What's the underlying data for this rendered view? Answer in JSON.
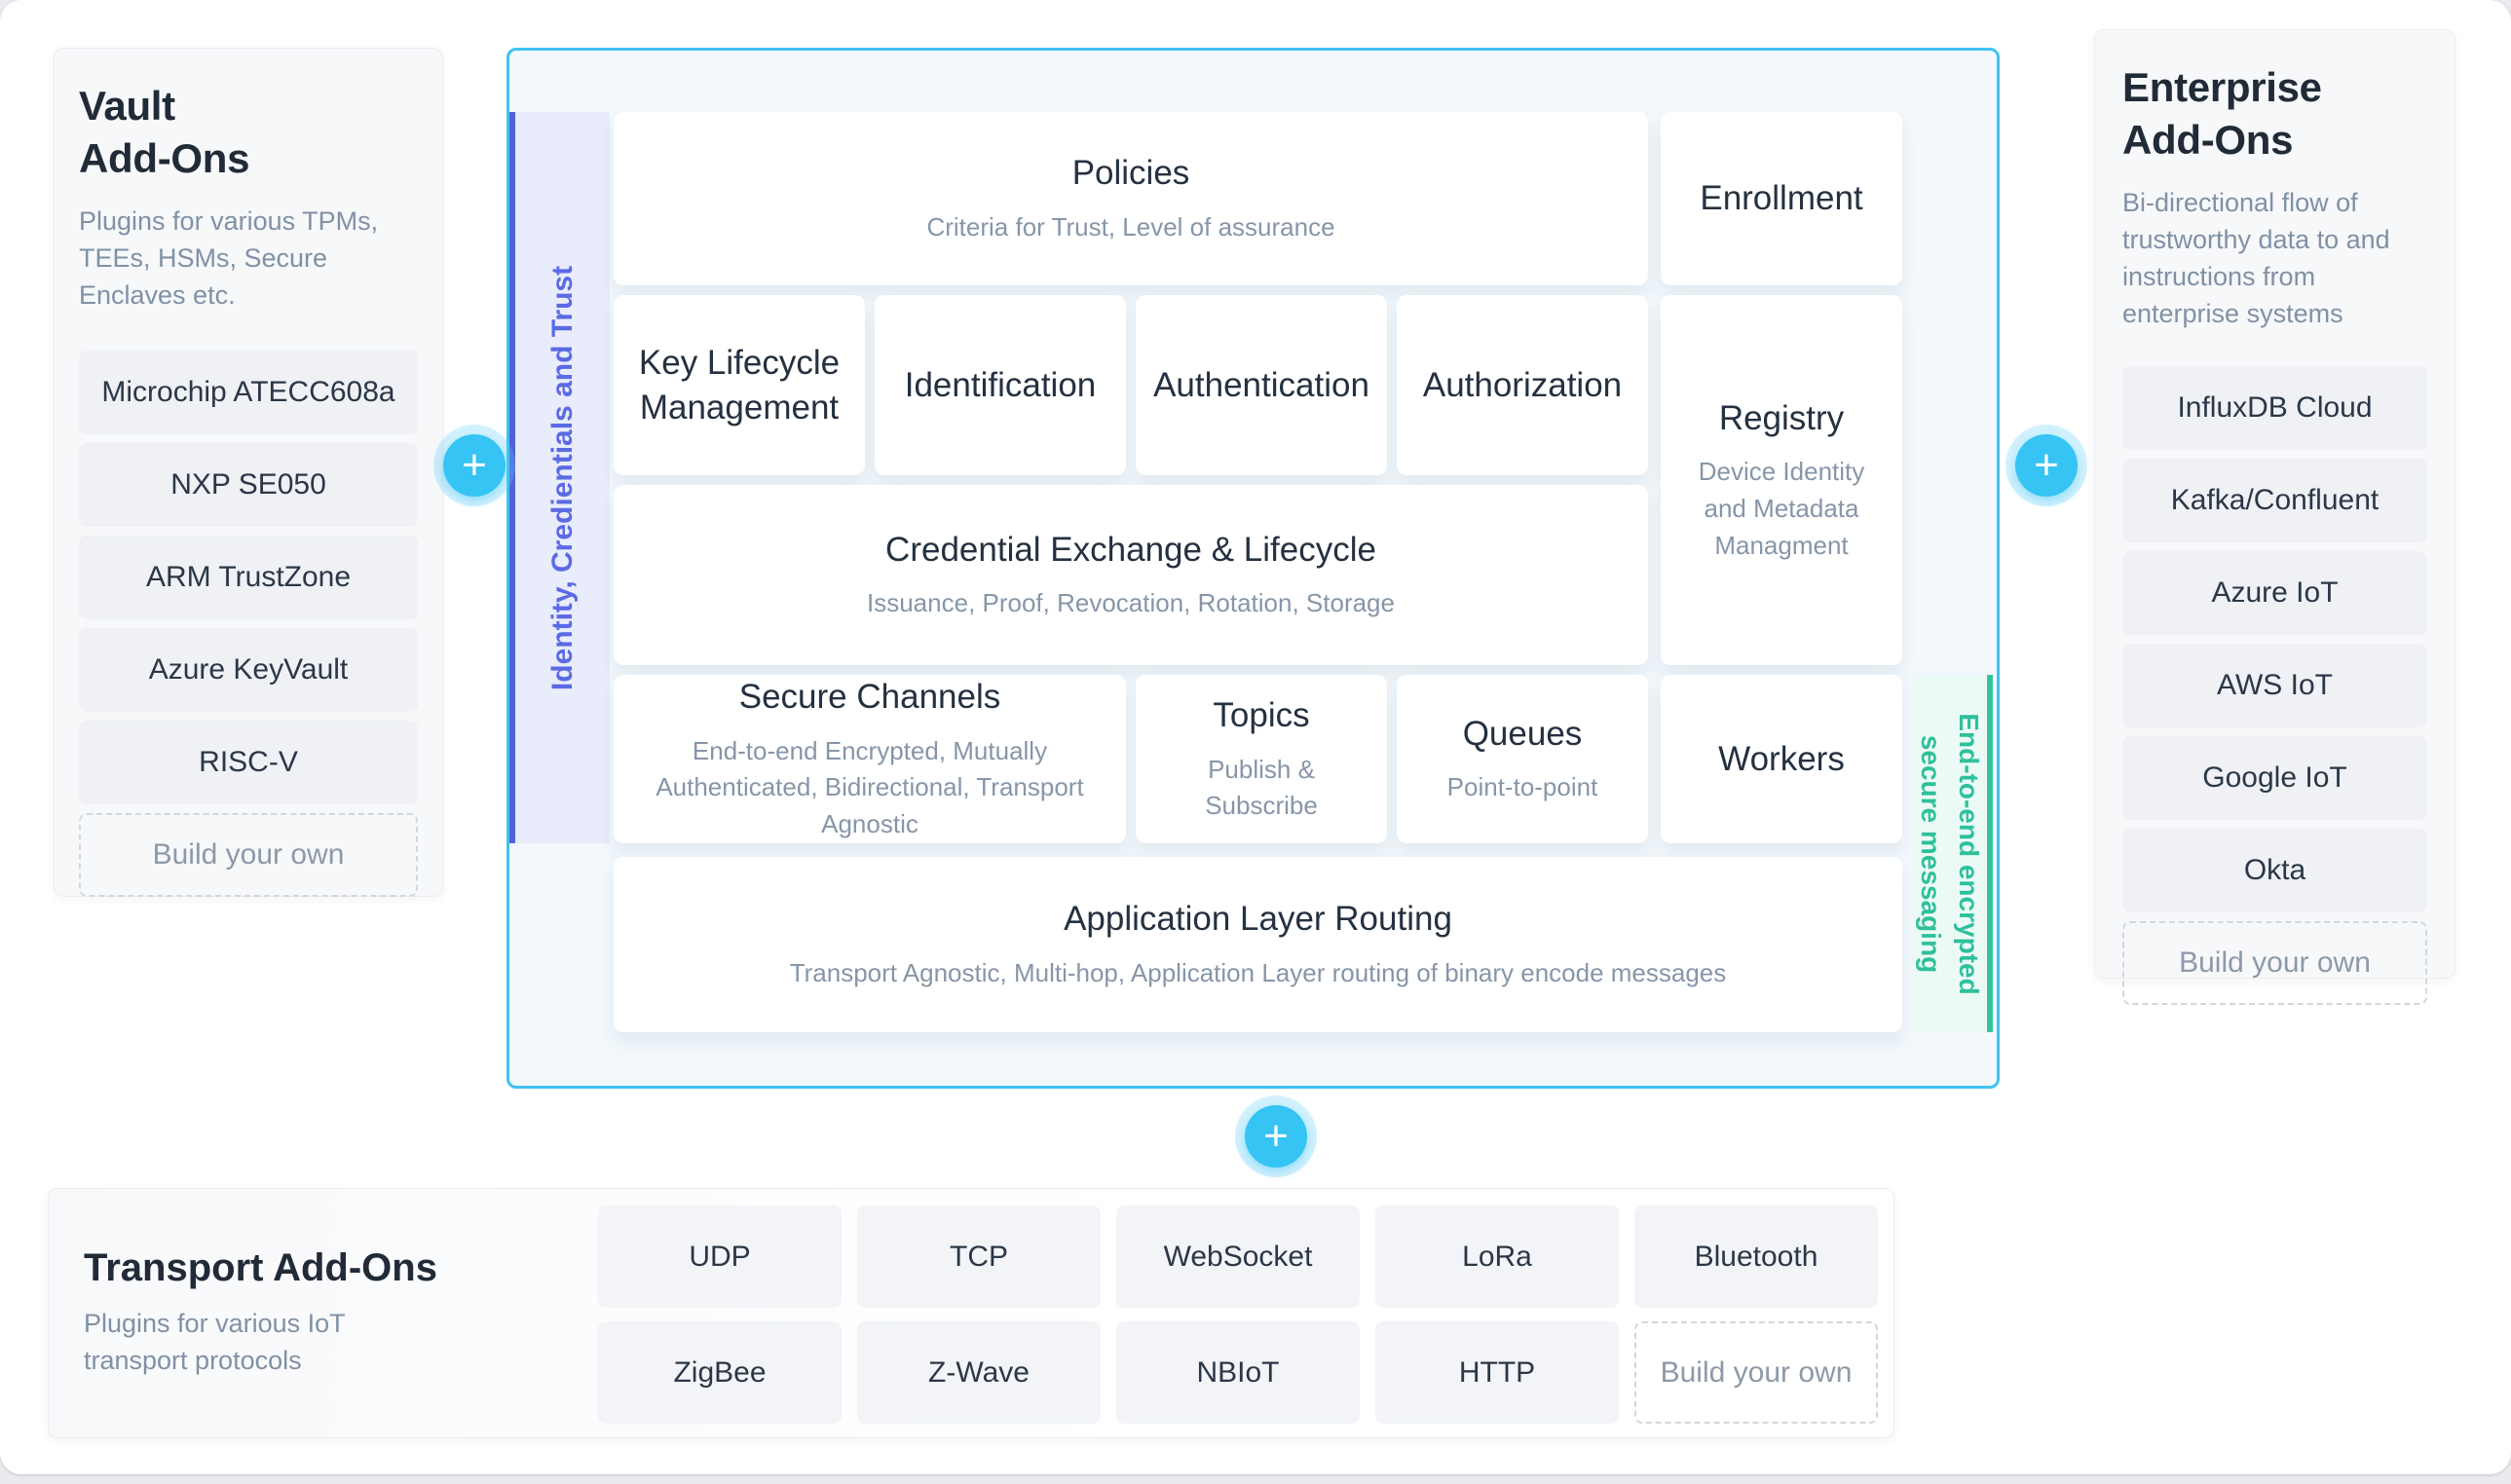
{
  "colors": {
    "accent_cyan": "#35c4f3",
    "accent_indigo": "#5163d8",
    "accent_teal": "#31c49d",
    "heading_text": "#212b38",
    "muted_text": "#8091a5"
  },
  "vault_panel": {
    "title": "Vault\nAdd-Ons",
    "subtitle": "Plugins for various TPMs, TEEs, HSMs, Secure Enclaves etc.",
    "items": [
      "Microchip ATECC608a",
      "NXP SE050",
      "ARM TrustZone",
      "Azure KeyVault",
      "RISC-V"
    ],
    "build_your_own": "Build your own"
  },
  "diagram": {
    "identity_strip_label": "Identity, Credientials and Trust",
    "messaging_strip_label": "End-to-end encrypted\nsecure messaging",
    "policies": {
      "title": "Policies",
      "subtitle": "Criteria for Trust, Level of assurance"
    },
    "enrollment": {
      "title": "Enrollment"
    },
    "key_lifecycle": {
      "title": "Key Lifecycle Management"
    },
    "identification": {
      "title": "Identification"
    },
    "authentication": {
      "title": "Authentication"
    },
    "authorization": {
      "title": "Authorization"
    },
    "registry": {
      "title": "Registry",
      "subtitle": "Device Identity and Metadata Managment"
    },
    "credential_exchange": {
      "title": "Credential Exchange & Lifecycle",
      "subtitle": "Issuance, Proof, Revocation, Rotation, Storage"
    },
    "secure_channels": {
      "title": "Secure Channels",
      "subtitle": "End-to-end Encrypted, Mutually Authenticated, Bidirectional, Transport Agnostic"
    },
    "topics": {
      "title": "Topics",
      "subtitle": "Publish & Subscribe"
    },
    "queues": {
      "title": "Queues",
      "subtitle": "Point-to-point"
    },
    "workers": {
      "title": "Workers"
    },
    "application_layer_routing": {
      "title": "Application Layer Routing",
      "subtitle": "Transport Agnostic, Multi-hop, Application Layer routing of binary encode messages"
    }
  },
  "enterprise_panel": {
    "title": "Enterprise\nAdd-Ons",
    "subtitle": "Bi-directional flow of trustworthy data to and instructions from enterprise systems",
    "items": [
      "InfluxDB Cloud",
      "Kafka/Confluent",
      "Azure IoT",
      "AWS IoT",
      "Google IoT",
      "Okta"
    ],
    "build_your_own": "Build your own"
  },
  "transport_panel": {
    "title": "Transport Add-Ons",
    "subtitle": "Plugins for various IoT transport protocols",
    "items": [
      "UDP",
      "TCP",
      "WebSocket",
      "LoRa",
      "Bluetooth",
      "ZigBee",
      "Z-Wave",
      "NBIoT",
      "HTTP"
    ],
    "build_your_own": "Build your own"
  },
  "plus_button": {
    "symbol": "+"
  }
}
